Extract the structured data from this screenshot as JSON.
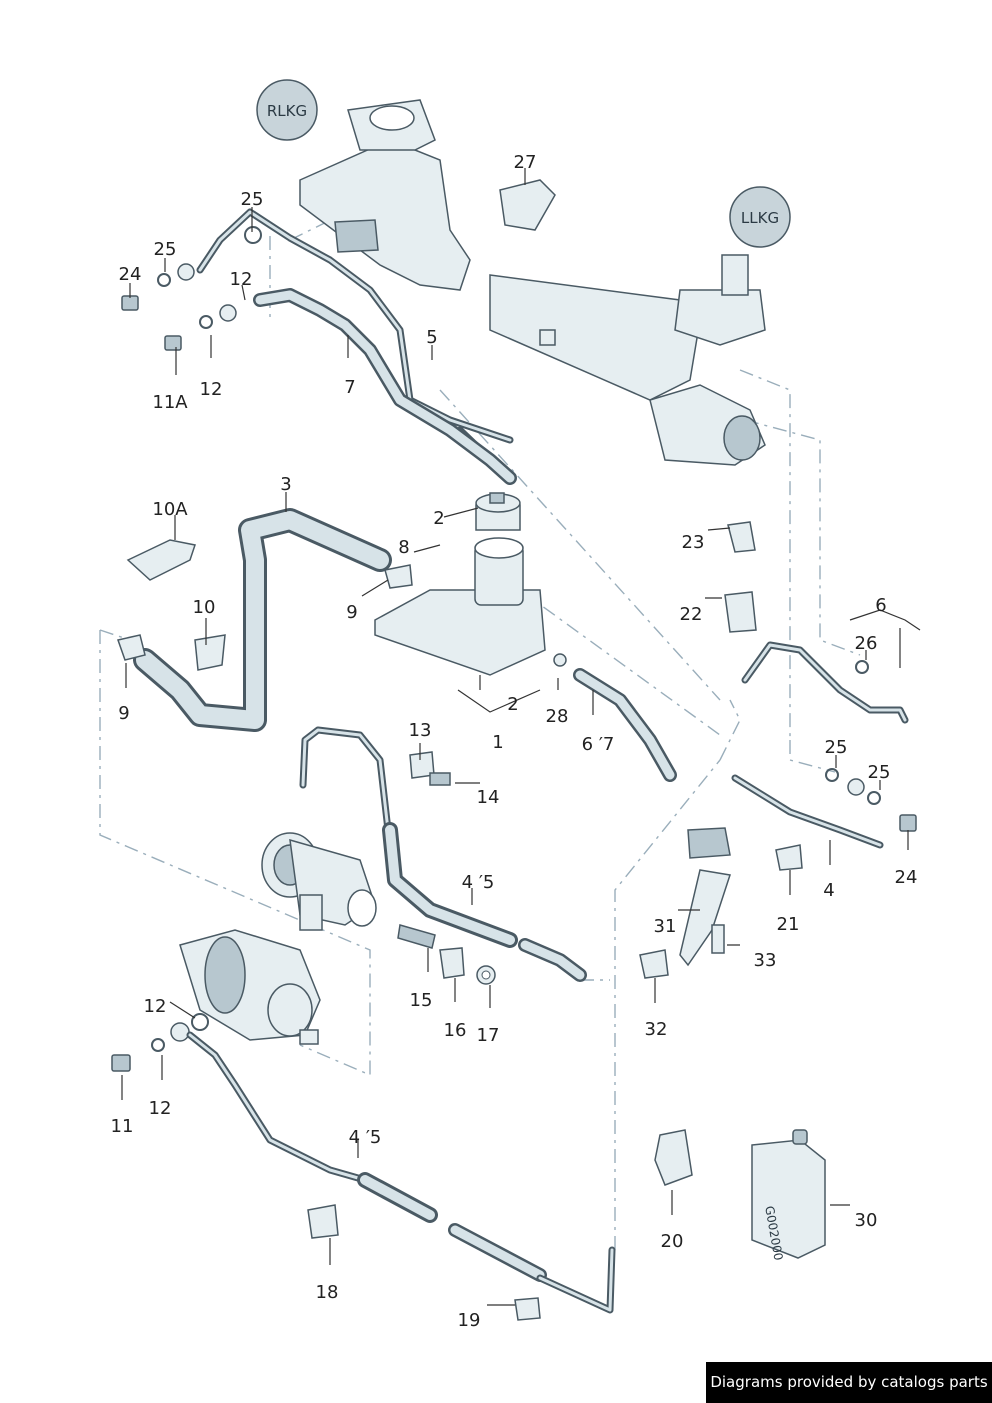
{
  "badges": {
    "rlkg": "RLKG",
    "llkg": "LLKG"
  },
  "bottle_text": "G002000",
  "footer": {
    "text": "Diagrams provided by catalogs parts"
  },
  "labels": {
    "l25a": "25",
    "l25b": "25",
    "l24a": "24",
    "l12a": "12",
    "l11a": "11A",
    "l12b": "12",
    "l7": "7",
    "l5": "5",
    "l27": "27",
    "l3": "3",
    "l10a": "10A",
    "l2a": "2",
    "l8": "8",
    "l9a": "9",
    "l10": "10",
    "l9b": "9",
    "l1": "1",
    "l2b": "2",
    "l28": "28",
    "l67": "6 ′7",
    "l23": "23",
    "l22": "22",
    "l6": "6",
    "l26": "26",
    "l25c": "25",
    "l25d": "25",
    "l24b": "24",
    "l4a": "4",
    "l21": "21",
    "l13": "13",
    "l14": "14",
    "l45a": "4 ′5",
    "l31": "31",
    "l33": "33",
    "l32": "32",
    "l15": "15",
    "l16": "16",
    "l17": "17",
    "l12c": "12",
    "l12d": "12",
    "l11": "11",
    "l45b": "4 ′5",
    "l18": "18",
    "l19": "19",
    "l20": "20",
    "l30": "30"
  }
}
